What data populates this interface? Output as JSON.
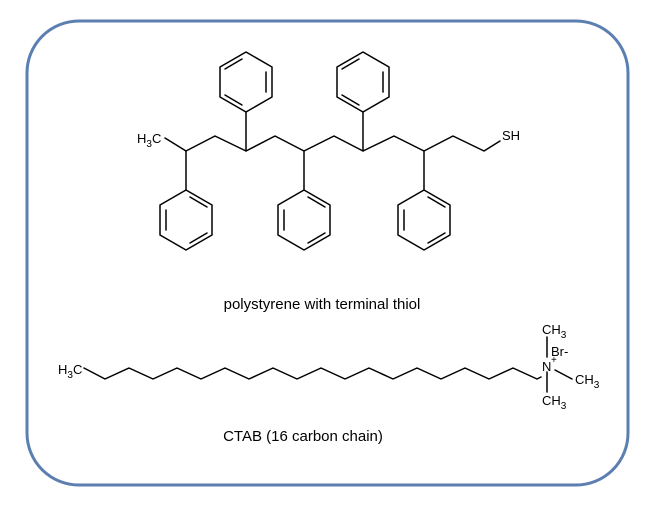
{
  "frame": {
    "border_color": "#5b7fb0"
  },
  "polystyrene": {
    "caption": "polystyrene with terminal thiol",
    "methyl_label": {
      "symbol": "H",
      "subscript": "3",
      "tail": "C"
    },
    "thiol_label": "SH"
  },
  "ctab": {
    "caption": "CTAB  (16 carbon chain)",
    "methyl_label": {
      "symbol": "H",
      "subscript": "3",
      "tail": "C"
    },
    "nitrogen_label": "N",
    "nitrogen_charge": "+",
    "bromide_label": "Br-",
    "n_methyl_top": {
      "symbol": "CH",
      "subscript": "3"
    },
    "n_methyl_right": {
      "symbol": "CH",
      "subscript": "3"
    },
    "n_methyl_bottom": {
      "symbol": "CH",
      "subscript": "3"
    }
  }
}
